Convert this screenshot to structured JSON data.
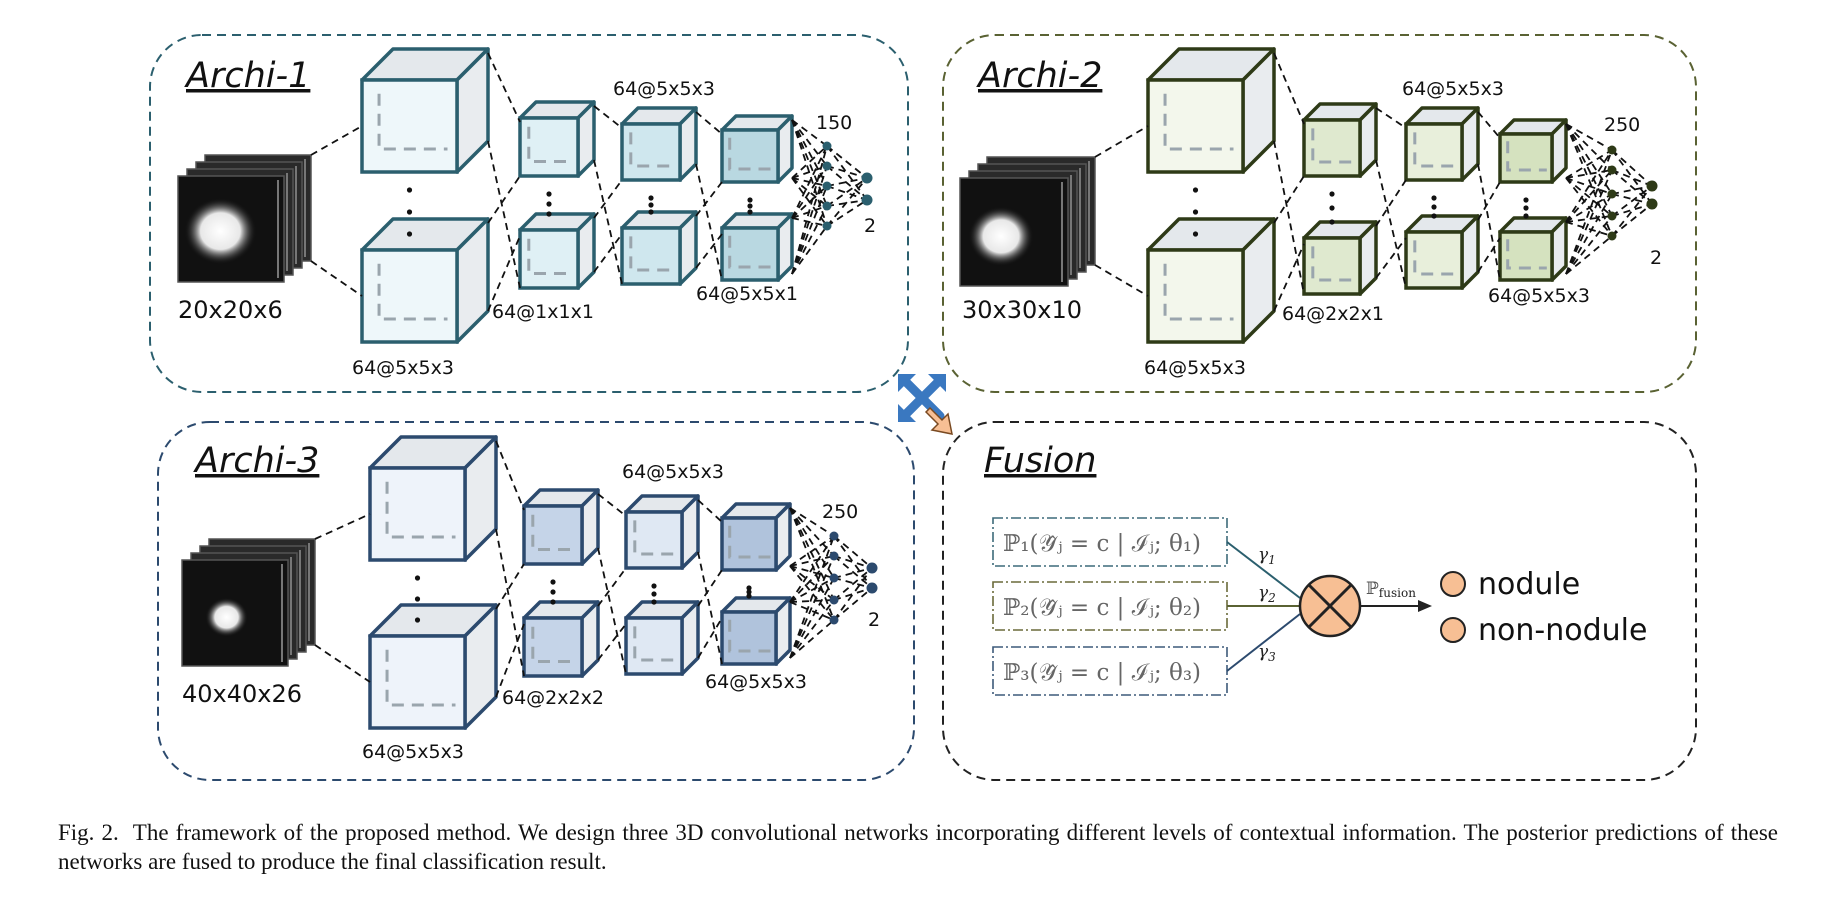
{
  "panels": {
    "archi1": {
      "title": "Archi-1",
      "color": "#2b5f6e",
      "input_size": "20x20x6",
      "layer_labels": [
        "64@5x5x3",
        "64@1x1x1",
        "64@5x5x3",
        "64@5x5x1"
      ],
      "fc_units": "150",
      "outputs": "2"
    },
    "archi2": {
      "title": "Archi-2",
      "color": "#3d4a1f",
      "input_size": "30x30x10",
      "layer_labels": [
        "64@5x5x3",
        "64@2x2x1",
        "64@5x5x3",
        "64@5x5x3"
      ],
      "fc_units": "250",
      "outputs": "2"
    },
    "archi3": {
      "title": "Archi-3",
      "color": "#2c4a6e",
      "input_size": "40x40x26",
      "layer_labels": [
        "64@5x5x3",
        "64@2x2x2",
        "64@5x5x3",
        "64@5x5x3"
      ],
      "fc_units": "250",
      "outputs": "2"
    },
    "fusion": {
      "title": "Fusion",
      "formulas": [
        "ℙ₁(𝒴̂ⱼ = c | ℐⱼ; θ₁)",
        "ℙ₂(𝒴̂ⱼ = c | ℐⱼ; θ₂)",
        "ℙ₃(𝒴̂ⱼ = c | ℐⱼ; θ₃)"
      ],
      "gammas": [
        "γ",
        "γ",
        "γ"
      ],
      "gamma_subs": [
        "1",
        "2",
        "3"
      ],
      "fusion_symbol": "ℙ",
      "fusion_sub": "fusion",
      "classes": [
        "nodule",
        "non-nodule"
      ],
      "class_color": "#f7bf94"
    }
  },
  "caption": {
    "label": "Fig. 2.",
    "text": "The framework of the proposed method. We design three 3D convolutional networks incorporating different levels of contextual information. The posterior predictions of these networks are fused to produce the final classification result."
  }
}
